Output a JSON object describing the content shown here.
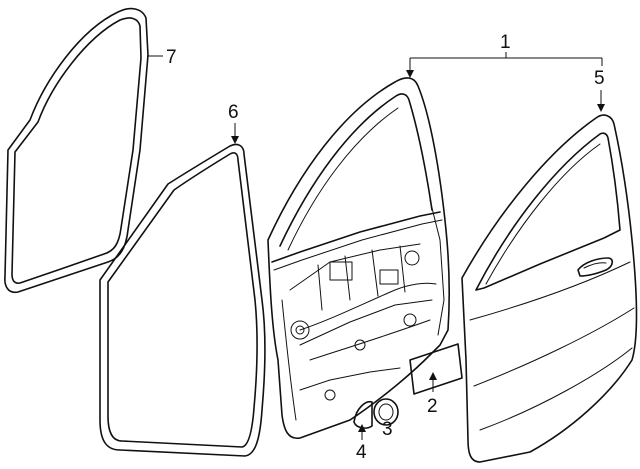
{
  "callouts": {
    "c1": "1",
    "c2": "2",
    "c3": "3",
    "c4": "4",
    "c5": "5",
    "c6": "6",
    "c7": "7"
  },
  "parts": [
    {
      "callout": "1",
      "icon": "door-assembly-icon"
    },
    {
      "callout": "2",
      "icon": "label-plate-icon"
    },
    {
      "callout": "3",
      "icon": "round-plug-icon"
    },
    {
      "callout": "4",
      "icon": "half-round-plug-icon"
    },
    {
      "callout": "5",
      "icon": "outer-door-shell-icon"
    },
    {
      "callout": "6",
      "icon": "door-seal-icon"
    },
    {
      "callout": "7",
      "icon": "body-weatherstrip-icon"
    }
  ],
  "colors": {
    "line": "#111111",
    "background": "#ffffff"
  }
}
